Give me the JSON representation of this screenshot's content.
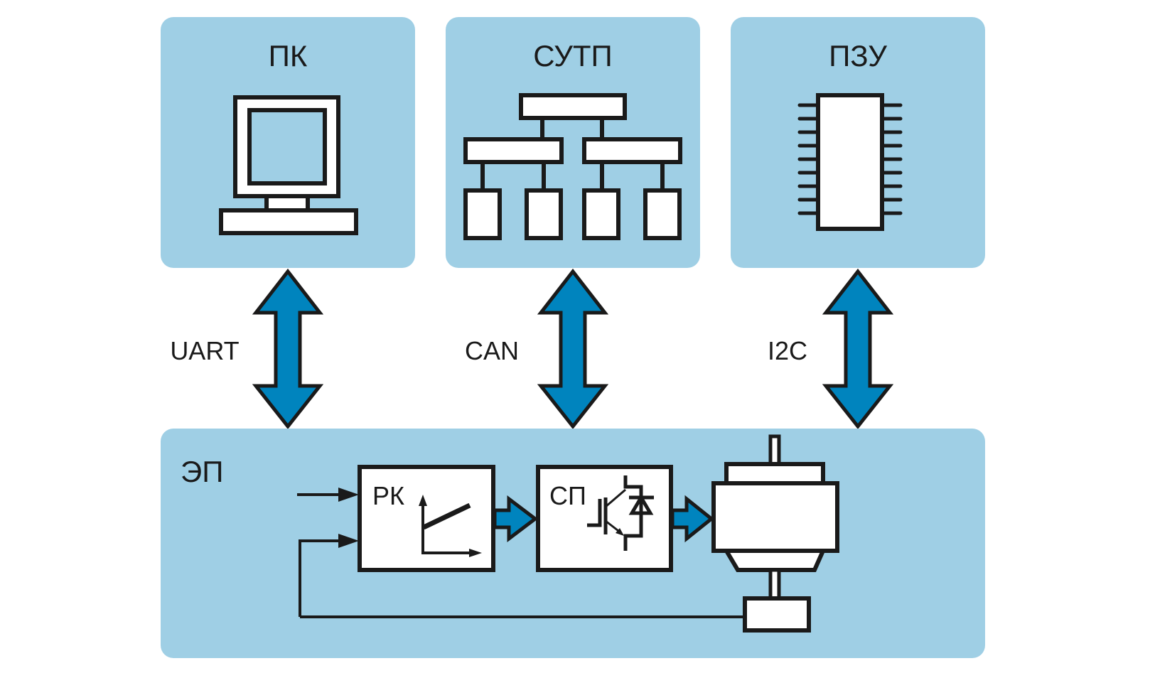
{
  "colors": {
    "panel": "#9fcfe5",
    "arrow": "#0084be",
    "stroke": "#1a1a1a",
    "box": "#ffffff"
  },
  "top_blocks": [
    {
      "id": "pk",
      "label": "ПК",
      "icon": "computer-icon"
    },
    {
      "id": "sutp",
      "label": "СУТП",
      "icon": "hierarchy-network-icon"
    },
    {
      "id": "pzu",
      "label": "ПЗУ",
      "icon": "memory-chip-icon"
    }
  ],
  "interfaces": [
    {
      "label": "UART",
      "connects": [
        "ПК",
        "ЭП"
      ]
    },
    {
      "label": "CAN",
      "connects": [
        "СУТП",
        "ЭП"
      ]
    },
    {
      "label": "I2C",
      "connects": [
        "ПЗУ",
        "ЭП"
      ]
    }
  ],
  "drive": {
    "label": "ЭП",
    "regulator": {
      "label": "РК",
      "icon": "ramp-characteristic-icon"
    },
    "converter": {
      "label": "СП",
      "icon": "igbt-diode-icon"
    },
    "motor": {
      "icon": "motor-icon"
    },
    "sensor": {
      "icon": "sensor-icon"
    }
  }
}
